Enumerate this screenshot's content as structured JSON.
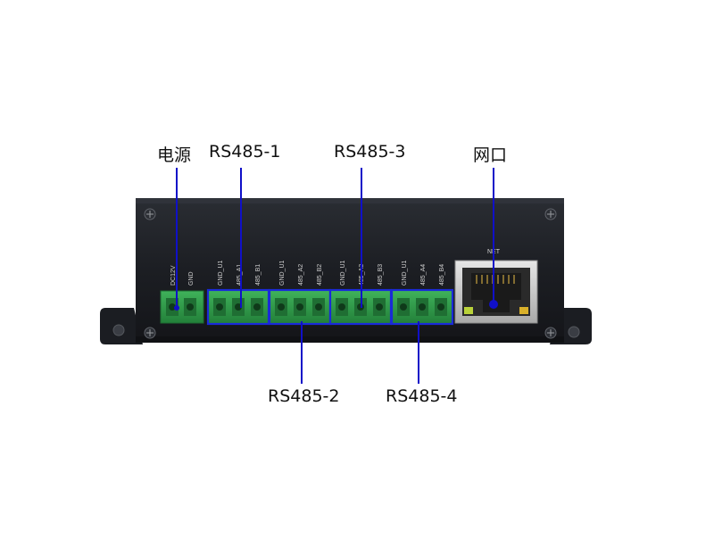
{
  "callouts": {
    "power": "电源",
    "rs485_1": "RS485-1",
    "rs485_2": "RS485-2",
    "rs485_3": "RS485-3",
    "rs485_4": "RS485-4",
    "net_port": "网口"
  },
  "device": {
    "power_terminals": [
      "DC12V",
      "GND"
    ],
    "rs485_terminals": [
      "GND_U1",
      "485_A1",
      "485_B1",
      "GND_U1",
      "485_A2",
      "485_B2",
      "GND_U1",
      "485_A3",
      "485_B3",
      "GND_U1",
      "485_A4",
      "485_B4"
    ],
    "net_label": "NET"
  },
  "colors": {
    "callout_line": "#1010c8",
    "group_box": "#1a2ad8",
    "terminal_green": "#2e9e4a",
    "chassis": "#1b1d22"
  }
}
